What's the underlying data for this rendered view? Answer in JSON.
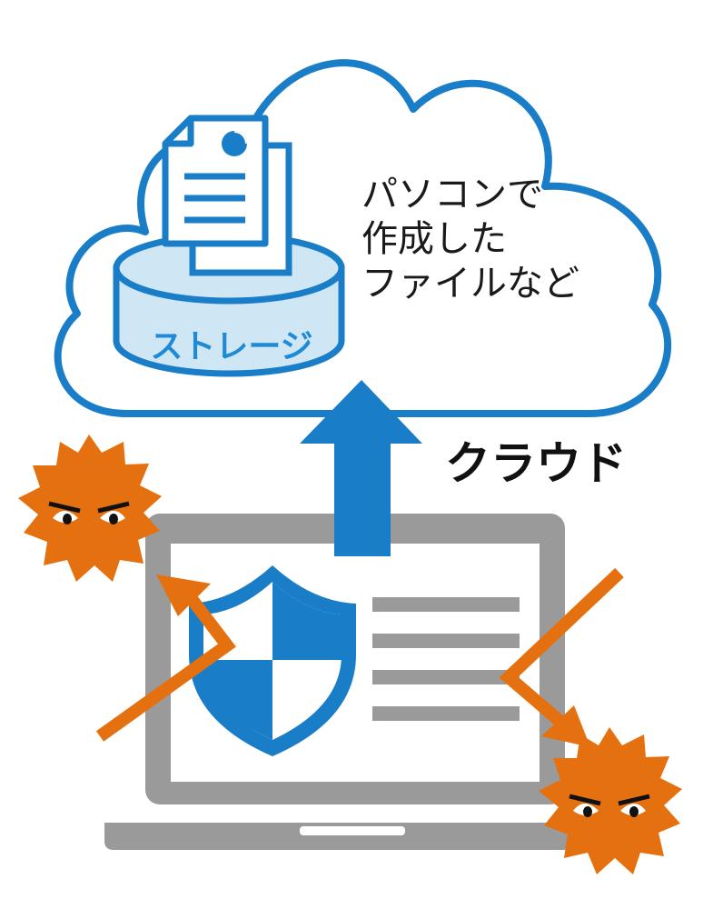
{
  "cloud": {
    "label": "クラウド",
    "description_lines": [
      "パソコンで",
      "作成した",
      "ファイルなど"
    ]
  },
  "storage": {
    "label": "ストレージ"
  },
  "icons": {
    "cloud": "cloud-icon",
    "storage": "storage-cylinder-icon",
    "documents": "document-icon",
    "upload_arrow": "up-arrow-icon",
    "laptop": "laptop-icon",
    "shield": "security-shield-icon",
    "virus": "virus-icon"
  },
  "colors": {
    "blue": "#1a7dc8",
    "light_blue": "#cfe6f5",
    "orange": "#e5700f",
    "gray": "#9a9a9a"
  }
}
